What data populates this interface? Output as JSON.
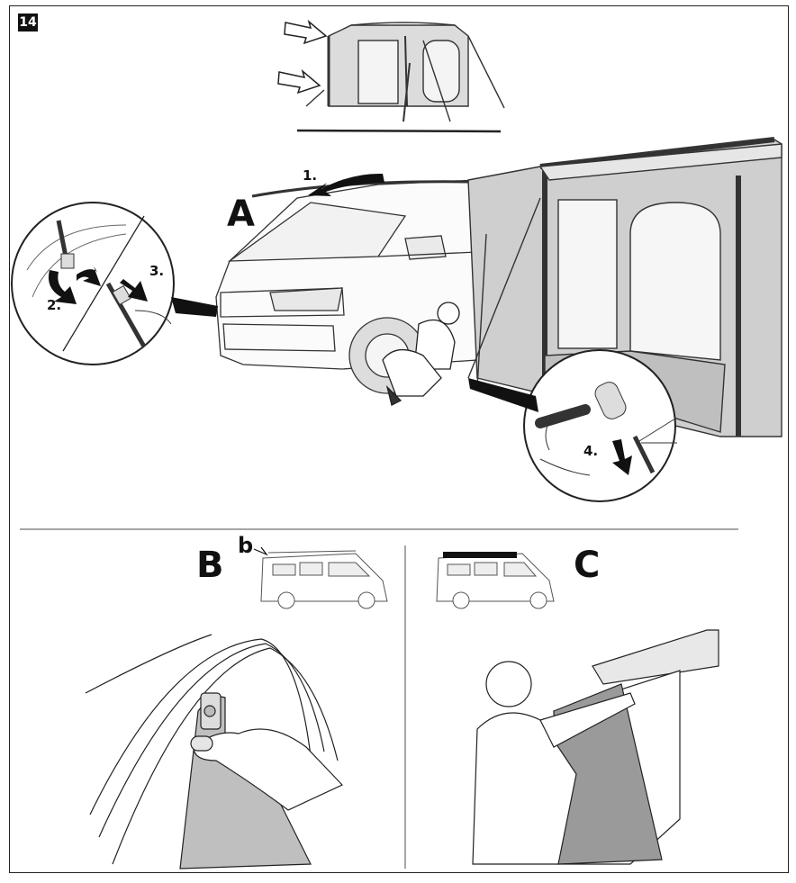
{
  "step_badge": "14",
  "sections": {
    "a": "A",
    "b": "B",
    "c": "C"
  },
  "steps": {
    "s1": "1.",
    "s2": "2.",
    "s3": "3.",
    "s4": "4."
  },
  "small_marker": "b"
}
